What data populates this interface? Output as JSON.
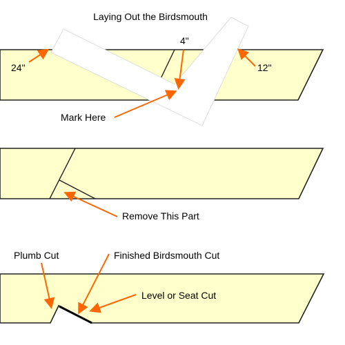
{
  "diagram": {
    "title": "Laying Out the Birdsmouth",
    "panel1": {
      "label_24": "24\"",
      "label_4": "4\"",
      "label_12": "12\"",
      "mark_here": "Mark Here"
    },
    "panel2": {
      "remove_part": "Remove This Part"
    },
    "panel3": {
      "plumb_cut": "Plumb Cut",
      "finished_cut": "Finished Birdsmouth Cut",
      "seat_cut": "Level or Seat Cut"
    },
    "colors": {
      "board_fill": "#ffffcc",
      "arrow": "#ff6600",
      "outline": "#222222"
    }
  }
}
